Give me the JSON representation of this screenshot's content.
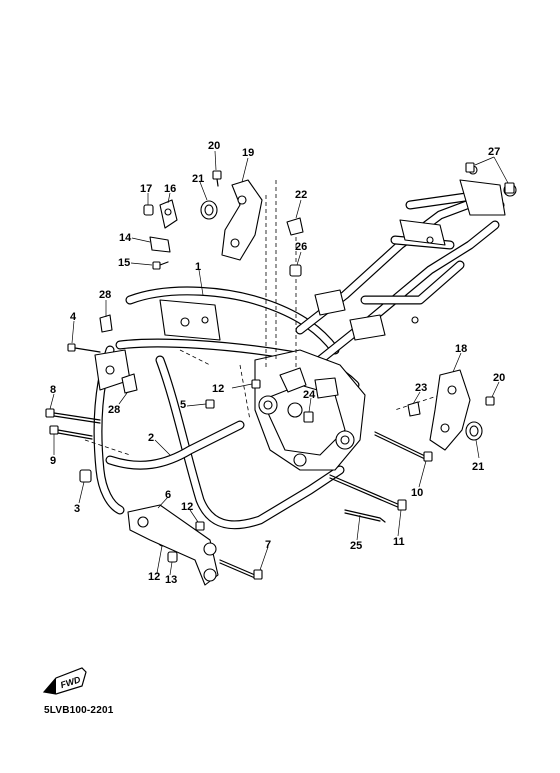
{
  "diagram": {
    "part_code": "5LVB100-2201",
    "fwd_label": "FWD",
    "callouts": [
      {
        "id": "c20a",
        "text": "20"
      },
      {
        "id": "c19",
        "text": "19"
      },
      {
        "id": "c21a",
        "text": "21"
      },
      {
        "id": "c17",
        "text": "17"
      },
      {
        "id": "c16",
        "text": "16"
      },
      {
        "id": "c22",
        "text": "22"
      },
      {
        "id": "c27",
        "text": "27"
      },
      {
        "id": "c14",
        "text": "14"
      },
      {
        "id": "c15",
        "text": "15"
      },
      {
        "id": "c26",
        "text": "26"
      },
      {
        "id": "c1",
        "text": "1"
      },
      {
        "id": "c28a",
        "text": "28"
      },
      {
        "id": "c4",
        "text": "4"
      },
      {
        "id": "c18",
        "text": "18"
      },
      {
        "id": "c20b",
        "text": "20"
      },
      {
        "id": "c23",
        "text": "23"
      },
      {
        "id": "c12a",
        "text": "12"
      },
      {
        "id": "c5",
        "text": "5"
      },
      {
        "id": "c24",
        "text": "24"
      },
      {
        "id": "c8",
        "text": "8"
      },
      {
        "id": "c28b",
        "text": "28"
      },
      {
        "id": "c2",
        "text": "2"
      },
      {
        "id": "c9",
        "text": "9"
      },
      {
        "id": "c21b",
        "text": "21"
      },
      {
        "id": "c3",
        "text": "3"
      },
      {
        "id": "c10",
        "text": "10"
      },
      {
        "id": "c6",
        "text": "6"
      },
      {
        "id": "c12b",
        "text": "12"
      },
      {
        "id": "c11",
        "text": "11"
      },
      {
        "id": "c25",
        "text": "25"
      },
      {
        "id": "c7",
        "text": "7"
      },
      {
        "id": "c12c",
        "text": "12"
      },
      {
        "id": "c13",
        "text": "13"
      }
    ]
  }
}
